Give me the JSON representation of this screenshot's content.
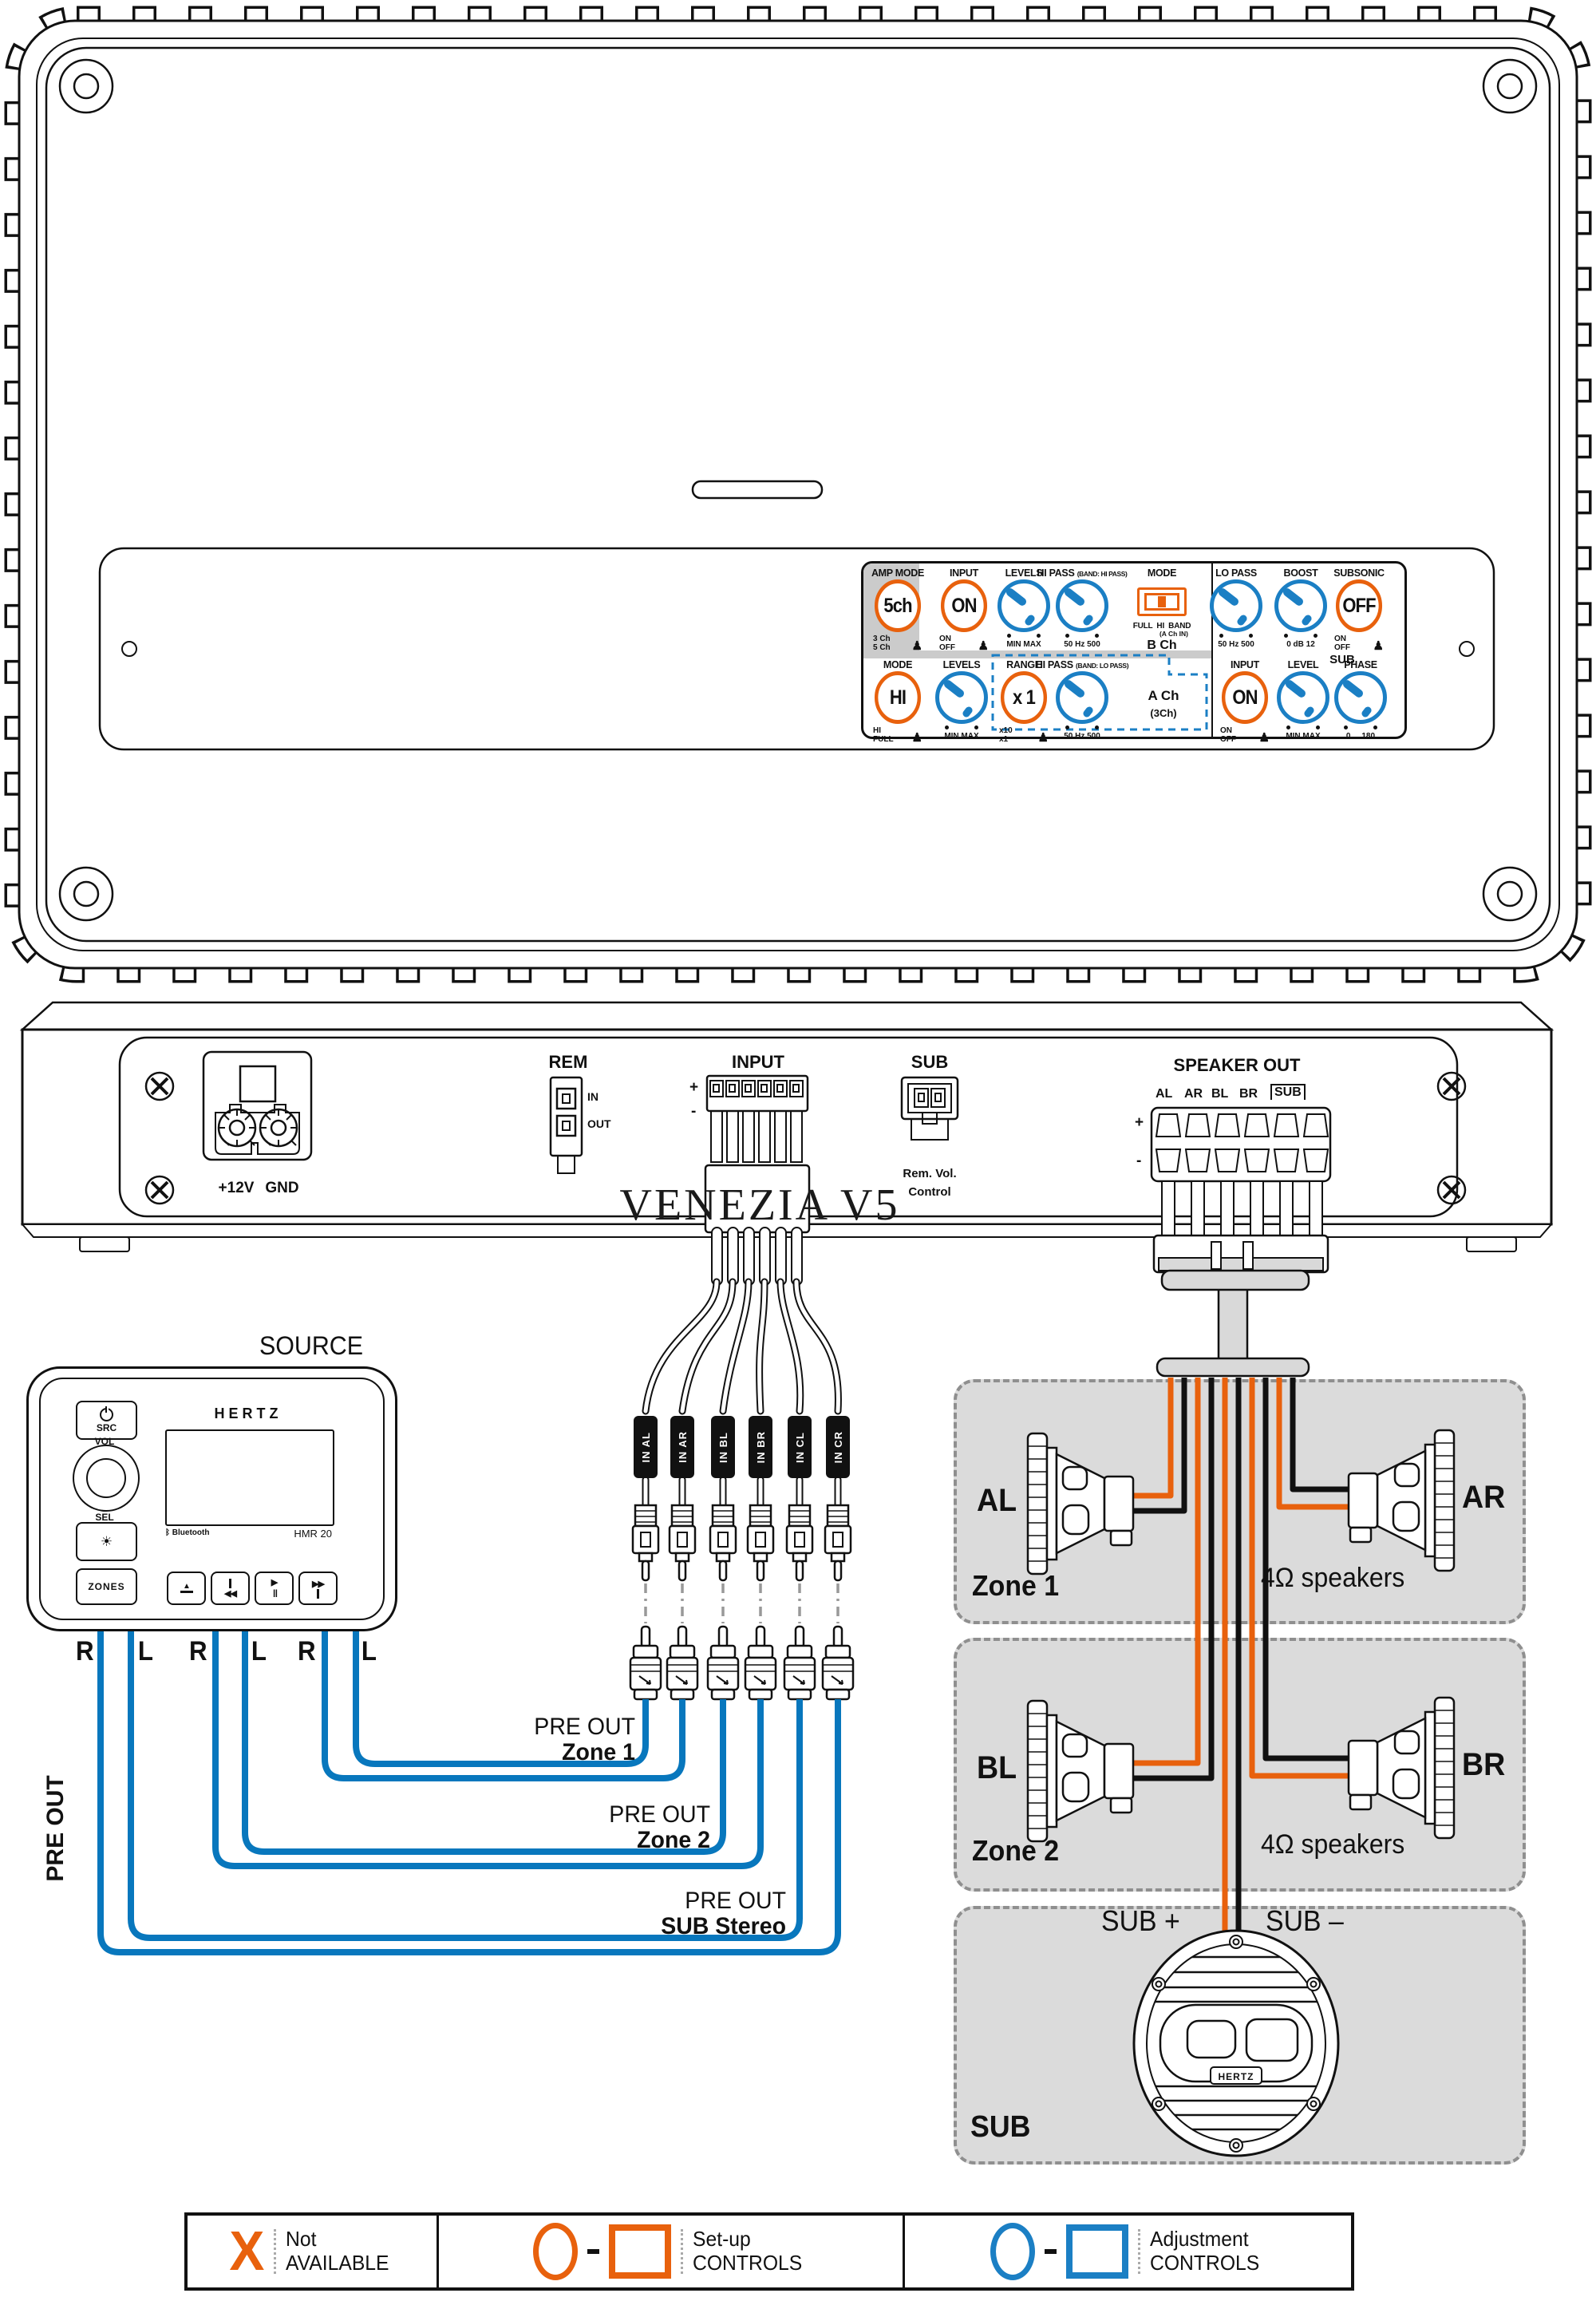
{
  "colors": {
    "orange": "#E8610D",
    "blue": "#1B7FC4",
    "wire_blue": "#0877BD",
    "zone_bg": "#DBDBDB",
    "panel_gray": "#CBCBCB"
  },
  "icons": {
    "push_glyph": "♟",
    "eject": "▲",
    "prev": "◀◀",
    "play": "▶",
    "pause": "‖",
    "next": "▶▶",
    "sun": "☀",
    "bt": "ᛒ"
  },
  "top_panel": {
    "b": {
      "amp_mode": {
        "label": "AMP MODE",
        "value": "5ch",
        "cap1": "3 Ch",
        "cap2": "5 Ch"
      },
      "input": {
        "label": "INPUT",
        "value": "ON",
        "cap1": "ON",
        "cap2": "OFF"
      },
      "levels": {
        "label": "LEVELS",
        "cap": "MIN MAX"
      },
      "hi_pass": {
        "label": "HI PASS",
        "band": "(BAND: HI PASS)",
        "cap": "50 Hz 500"
      },
      "mode": {
        "label": "MODE",
        "options": "FULL  HI  BAND",
        "note": "(A Ch IN)"
      },
      "channel": "B Ch",
      "lo_pass": {
        "label": "LO PASS",
        "cap": "50 Hz 500"
      },
      "boost": {
        "label": "BOOST",
        "cap": "0 dB 12"
      },
      "subsonic": {
        "label": "SUBSONIC",
        "value": "OFF",
        "cap1": "ON",
        "cap2": "OFF"
      },
      "sub_header": "SUB"
    },
    "a": {
      "mode": {
        "label": "MODE",
        "value": "HI",
        "cap1": "HI",
        "cap2": "FULL"
      },
      "levels": {
        "label": "LEVELS",
        "cap": "MIN MAX"
      },
      "range": {
        "label": "RANGE",
        "value": "x 1",
        "cap1": "x10",
        "cap2": "x1"
      },
      "hi_pass": {
        "label": "HI PASS",
        "band": "(BAND: LO PASS)",
        "cap": "50 Hz 500"
      },
      "channel": "A Ch",
      "channel2": "(3Ch)",
      "input": {
        "label": "INPUT",
        "value": "ON",
        "cap1": "ON",
        "cap2": "OFF"
      },
      "level": {
        "label": "LEVEL",
        "cap": "MIN MAX"
      },
      "phase": {
        "label": "PHASE",
        "cap": "0     180"
      }
    }
  },
  "rear": {
    "model": "VENEZIA V5",
    "power_12v": "+12V",
    "power_gnd": "GND",
    "rem": "REM",
    "rem_in": "IN",
    "rem_out": "OUT",
    "input": "INPUT",
    "sub": "SUB",
    "sub_cap1": "Rem. Vol.",
    "sub_cap2": "Control",
    "speaker_out": "SPEAKER OUT",
    "terminals": [
      "AL",
      "AR",
      "BL",
      "BR",
      "SUB"
    ],
    "plus": "+",
    "minus": "-"
  },
  "source": {
    "title": "SOURCE",
    "brand": "HERTZ",
    "model": "HMR 20",
    "bt": "Bluetooth",
    "src": "SRC",
    "vol": "VOL",
    "sel": "SEL",
    "zones": "ZONES",
    "outputs": [
      "R",
      "L",
      "R",
      "L",
      "R",
      "L"
    ]
  },
  "rca": {
    "labels": [
      "IN AL",
      "IN AR",
      "IN BL",
      "IN BR",
      "IN CL",
      "IN CR"
    ]
  },
  "preout": {
    "side": "PRE OUT",
    "z1a": "PRE OUT",
    "z1b": "Zone 1",
    "z2a": "PRE OUT",
    "z2b": "Zone 2",
    "sa": "PRE OUT",
    "sb": "SUB Stereo"
  },
  "zones": {
    "z1": {
      "name": "Zone 1",
      "l": "AL",
      "r": "AR",
      "note": "4Ω speakers"
    },
    "z2": {
      "name": "Zone 2",
      "l": "BL",
      "r": "BR",
      "note": "4Ω speakers"
    },
    "sub": {
      "name": "SUB",
      "plus": "SUB +",
      "minus": "SUB –",
      "badge": "HERTZ"
    }
  },
  "legend": {
    "na1": "Not",
    "na2": "AVAILABLE",
    "setup1": "Set-up",
    "setup2": "CONTROLS",
    "adj1": "Adjustment",
    "adj2": "CONTROLS"
  }
}
